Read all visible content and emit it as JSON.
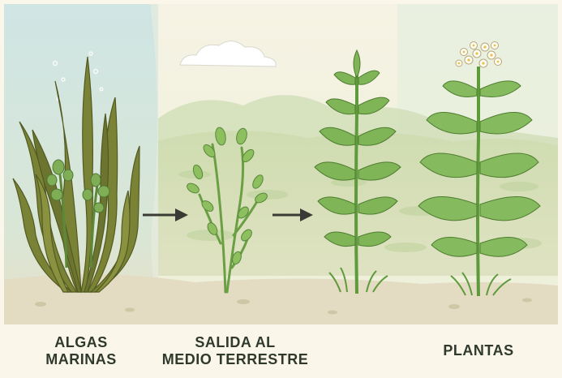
{
  "panels": [
    {
      "id": "algae",
      "caption_lines": [
        "ALGAS",
        "MARINAS"
      ]
    },
    {
      "id": "transition",
      "caption_lines": [
        "SALIDA AL",
        "MEDIO TERRESTRE"
      ]
    },
    {
      "id": "plants",
      "caption_lines": [
        "PLANTAS"
      ]
    }
  ],
  "colors": {
    "water": "#cfe3df",
    "sky": "#eef0de",
    "ground": "#e2dcc3",
    "plant_dark": "#5f8a3a",
    "plant_light": "#8dbb5e",
    "algae": "#6f7a33",
    "arrow": "#3b3b36",
    "flower": "#fffdf4"
  },
  "icons": [
    "arrow-right-icon",
    "arrow-right-icon",
    "cloud-icon",
    "flower-icon"
  ]
}
